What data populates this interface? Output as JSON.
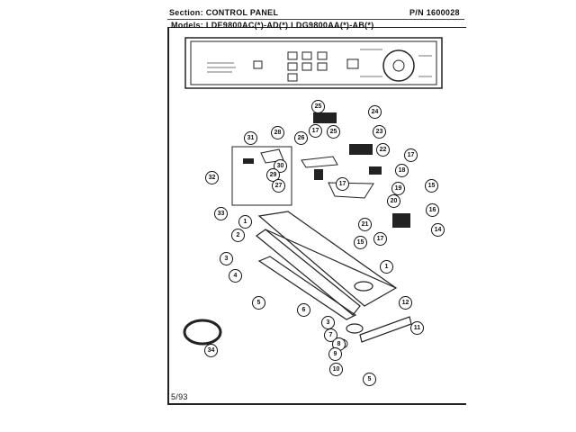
{
  "header": {
    "section": "Section:  CONTROL PANEL",
    "part_number": "P/N 1600028",
    "models": "Models:  LDE9800AC(*)-AD(*)   LDG9800AA(*)-AB(*)"
  },
  "footer": {
    "date": "5/93"
  },
  "callouts": [
    "25",
    "24",
    "23",
    "25",
    "22",
    "17",
    "26",
    "31",
    "28",
    "30",
    "29",
    "27",
    "32",
    "33",
    "17",
    "18",
    "17",
    "19",
    "20",
    "21",
    "15",
    "16",
    "17",
    "14",
    "1",
    "2",
    "15",
    "3",
    "4",
    "5",
    "1",
    "12",
    "6",
    "3",
    "7",
    "8",
    "9",
    "10",
    "5",
    "11",
    "34"
  ]
}
